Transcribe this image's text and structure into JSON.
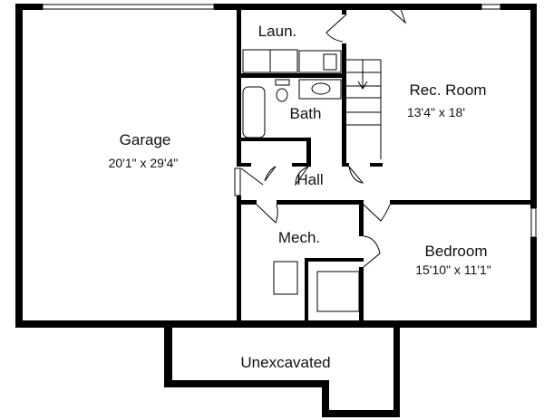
{
  "rooms": {
    "garage": {
      "name": "Garage",
      "dims": "20'1\" x 29'4\""
    },
    "laundry": {
      "name": "Laun."
    },
    "bath": {
      "name": "Bath"
    },
    "hall": {
      "name": "Hall"
    },
    "rec_room": {
      "name": "Rec. Room",
      "dims": "13'4\" x  18'"
    },
    "mech": {
      "name": "Mech."
    },
    "bedroom": {
      "name": "Bedroom",
      "dims": "15'10\" x 11'1\""
    },
    "unexcavated": {
      "name": "Unexcavated"
    }
  },
  "colors": {
    "wall": "#000000",
    "background": "#ffffff"
  }
}
